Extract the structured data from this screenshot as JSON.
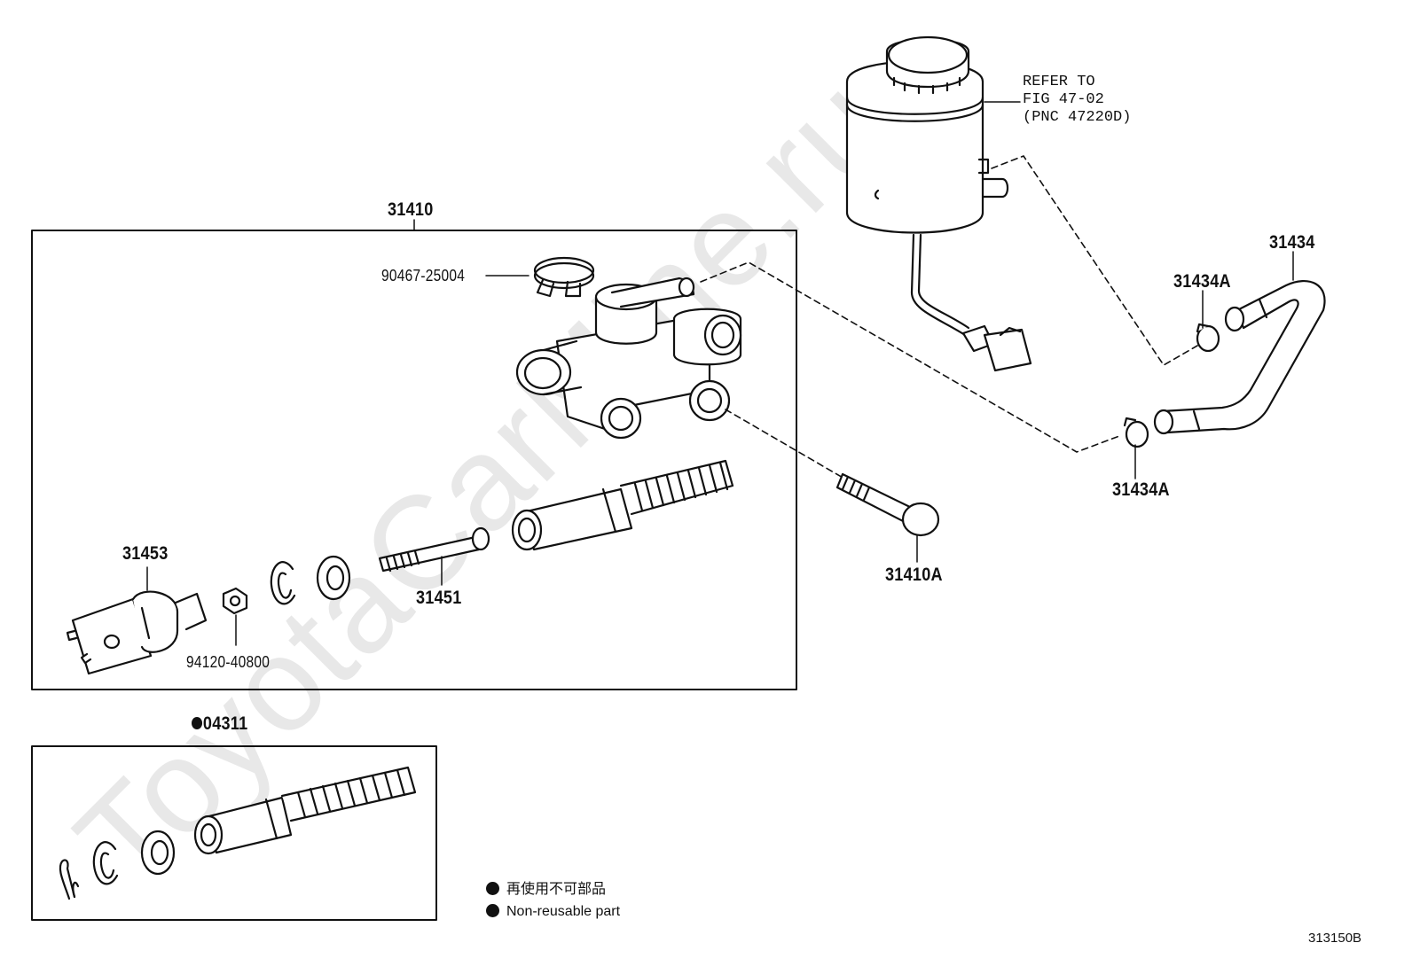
{
  "watermark": "ToyotaCarMine.ru",
  "figure_id": "313150B",
  "reference_note": {
    "line1": "REFER TO",
    "line2": "FIG 47-02",
    "line3": "(PNC 47220D)"
  },
  "assemblies": {
    "main": {
      "label": "31410"
    },
    "kit": {
      "label": "04311"
    }
  },
  "parts": {
    "clamp": "90467-25004",
    "push_rod_clevis": "31453",
    "nut": "94120-40800",
    "push_rod": "31451",
    "union_bolt": "31410A",
    "hose": "31434",
    "hose_clip_top": "31434A",
    "hose_clip_bottom": "31434A"
  },
  "legend": {
    "jp": "再使用不可部品",
    "en": "Non-reusable part"
  },
  "colors": {
    "ink": "#111111",
    "watermark": "#e6e6e6",
    "background": "#ffffff"
  }
}
